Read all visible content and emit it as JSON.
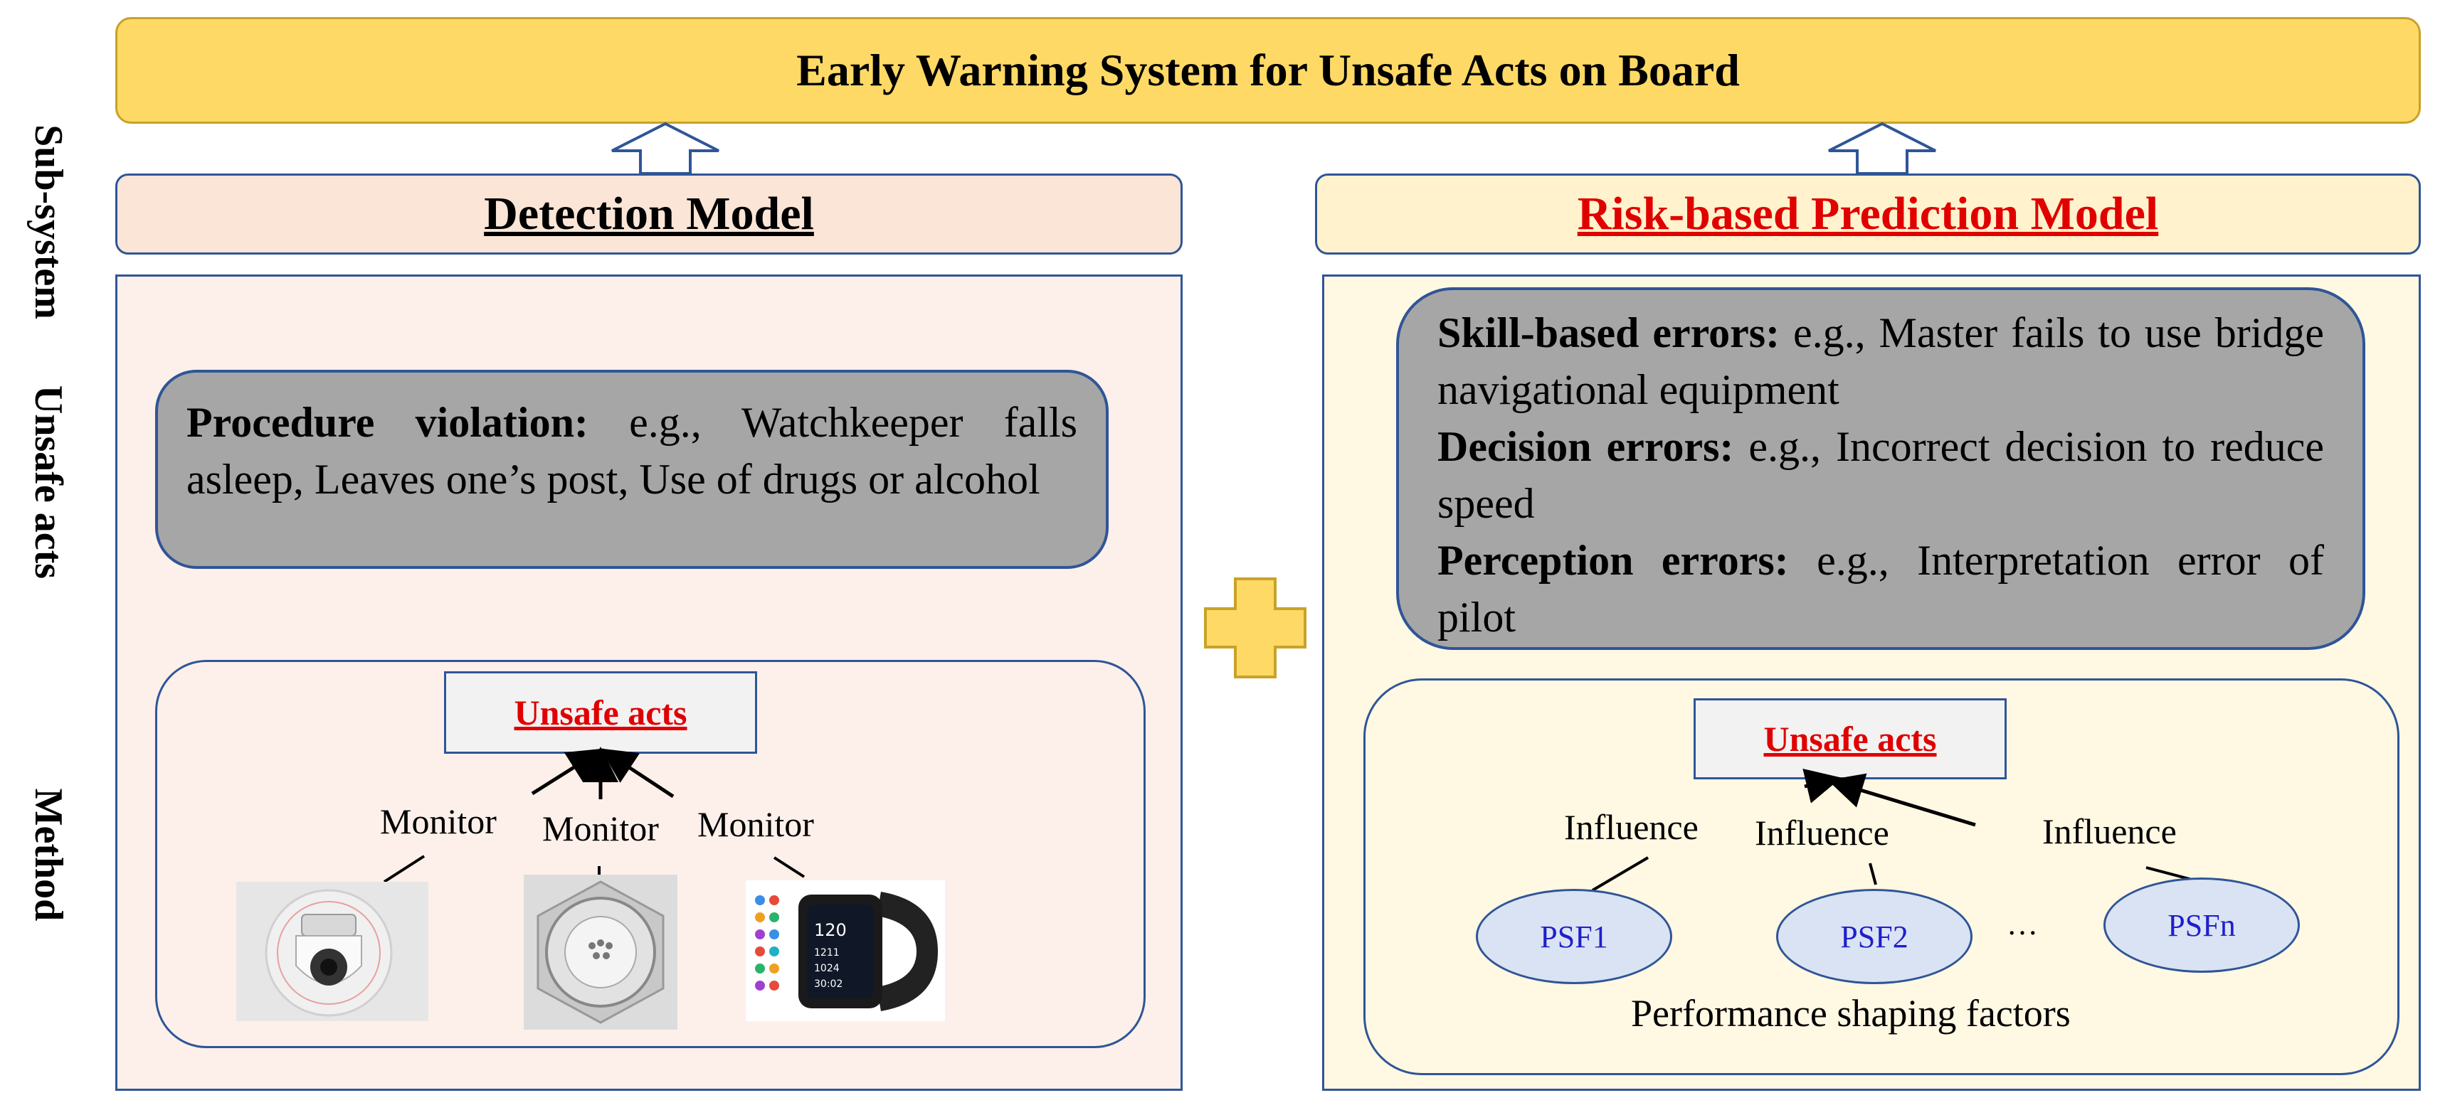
{
  "banner": {
    "title": "Early Warning System for Unsafe Acts on Board"
  },
  "row_labels": {
    "subsystem": "Sub-system",
    "unsafe_acts": "Unsafe acts",
    "method": "Method"
  },
  "detection": {
    "title": "Detection Model",
    "violation_label": "Procedure violation:",
    "violation_text": " e.g., Watchkeeper falls asleep, Leaves one’s post, Use of drugs or alcohol",
    "unsafe_acts": "Unsafe acts",
    "monitor_labels": [
      "Monitor",
      "Monitor",
      "Monitor"
    ],
    "device_icons": [
      "camera-icon",
      "sensor-icon",
      "smartwatch-icon"
    ],
    "watch_screen": [
      "120",
      "1211",
      "1024",
      "30:02"
    ]
  },
  "prediction": {
    "title": "Risk-based Prediction Model",
    "errors": [
      {
        "label": "Skill-based errors:",
        "text": " e.g., Master fails to use bridge navigational equipment"
      },
      {
        "label": "Decision errors:",
        "text": " e.g., Incorrect decision to reduce speed"
      },
      {
        "label": "Perception errors:",
        "text": " e.g., Interpretation error of pilot"
      }
    ],
    "unsafe_acts": "Unsafe acts",
    "influence_labels": [
      "Influence",
      "Influence",
      "Influence"
    ],
    "psfs": [
      "PSF1",
      "PSF2",
      "PSFn"
    ],
    "ellipsis": "…",
    "psf_caption": "Performance shaping factors"
  },
  "colors": {
    "banner_fill": "#ffd966",
    "detection_header_fill": "#fbe5d6",
    "prediction_header_fill": "#fff2cc",
    "accent_red": "#e00000",
    "border_blue": "#2f5597",
    "example_box_fill": "#a6a6a6",
    "psf_fill": "#dae3f3",
    "plus_fill": "#ffd966"
  }
}
